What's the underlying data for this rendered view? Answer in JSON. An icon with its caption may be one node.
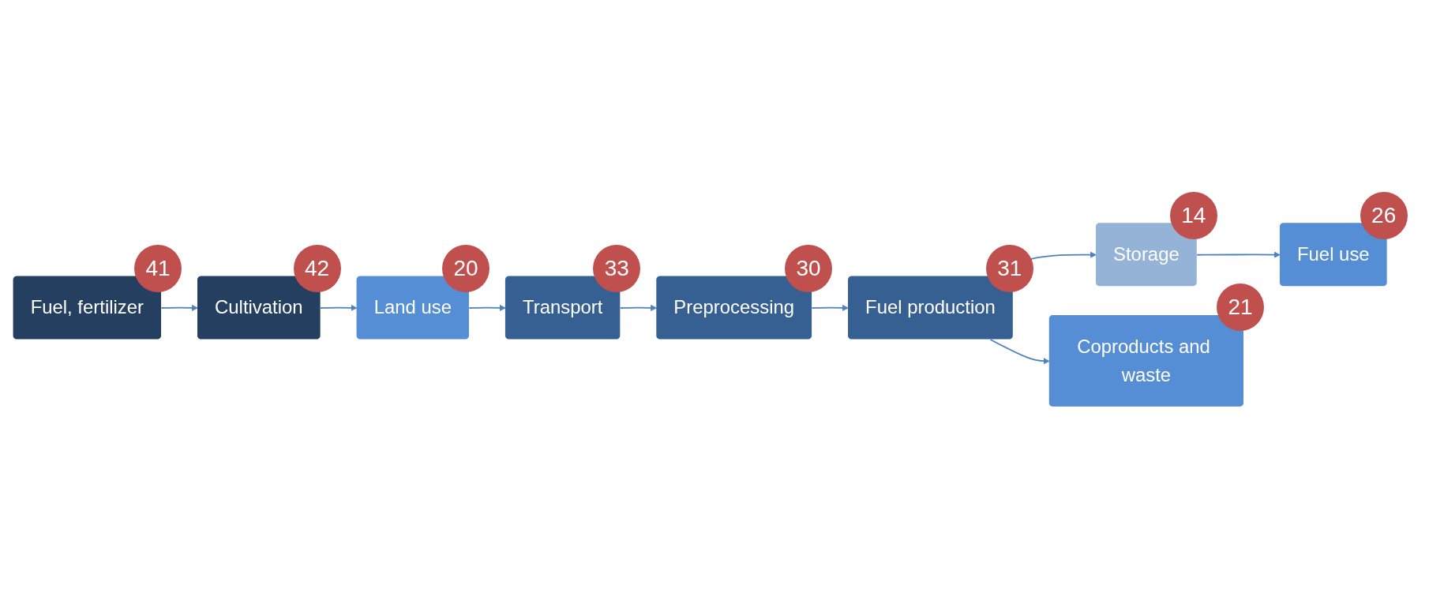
{
  "diagram": {
    "nodes": [
      {
        "text": [
          "Fuel, fertilizer"
        ],
        "beside": [
          "41"
        ]
      },
      {
        "text": [
          "Cultivation"
        ],
        "beside": [
          "42"
        ]
      },
      {
        "text": [
          "Land use"
        ],
        "beside": [
          "20"
        ]
      },
      {
        "text": [
          "Transport"
        ],
        "beside": [
          "33"
        ]
      },
      {
        "text": [
          "Preprocessing"
        ],
        "beside": [
          "30"
        ]
      },
      {
        "text": [
          "Fuel production"
        ],
        "beside": [
          "31"
        ]
      },
      {
        "text": [
          "Storage"
        ],
        "beside": [
          "14"
        ]
      },
      {
        "text": [
          "Fuel use"
        ],
        "beside": [
          "26"
        ]
      },
      {
        "text": [
          "Coproducts and waste"
        ],
        "beside": [
          "21"
        ]
      }
    ],
    "edges": [
      {
        "from": 0,
        "to": 1,
        "arrow": "to"
      },
      {
        "from": 1,
        "to": 2,
        "arrow": "to"
      },
      {
        "from": 2,
        "to": 3,
        "arrow": "to"
      },
      {
        "from": 3,
        "to": 4,
        "arrow": "to"
      },
      {
        "from": 4,
        "to": 5,
        "arrow": "to"
      },
      {
        "from": 5,
        "to": 6,
        "arrow": "to"
      },
      {
        "from": 6,
        "to": 7,
        "arrow": "to"
      },
      {
        "from": 5,
        "to": 8,
        "arrow": "to"
      }
    ]
  }
}
